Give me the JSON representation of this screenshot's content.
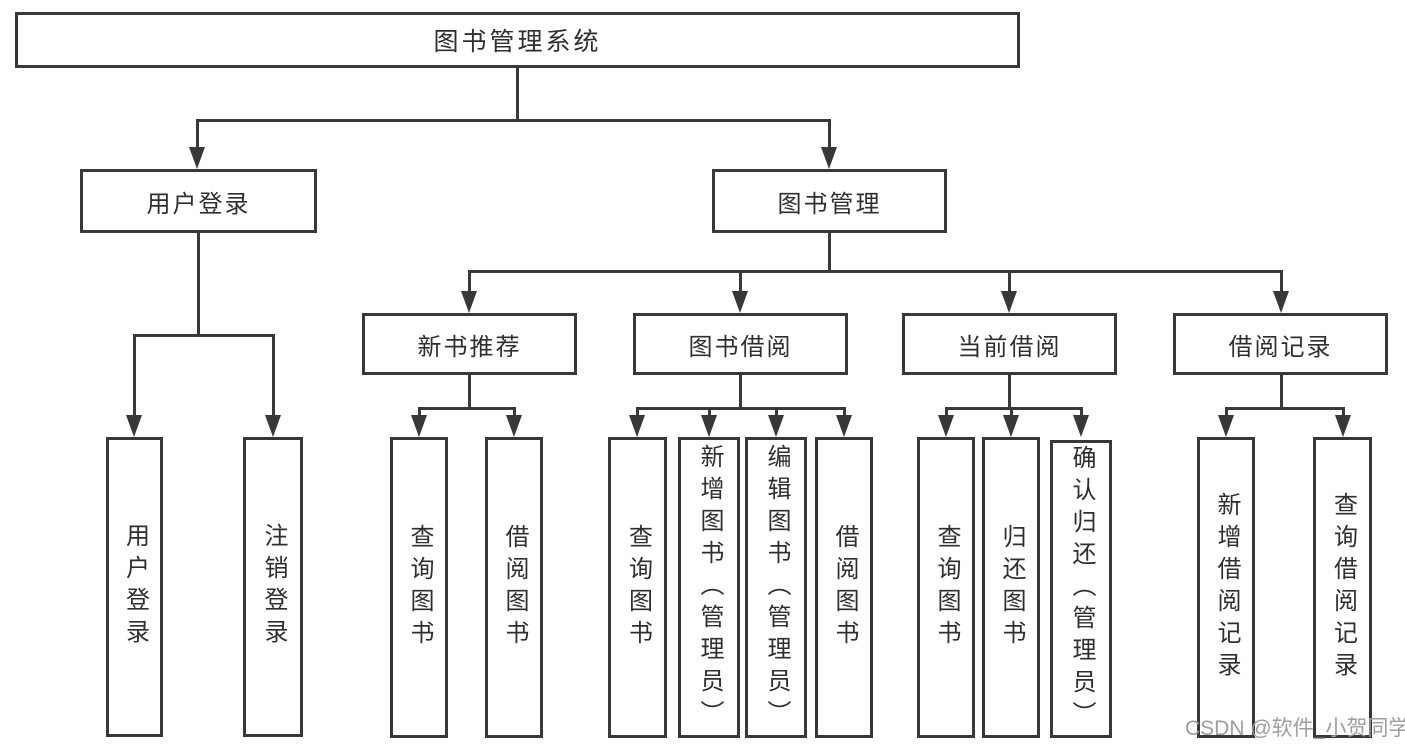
{
  "diagram": {
    "title": "图书管理系统",
    "branches": [
      {
        "label": "用户登录",
        "children": [
          {
            "label": "用户登录"
          },
          {
            "label": "注销登录"
          }
        ]
      },
      {
        "label": "图书管理",
        "children": [
          {
            "label": "新书推荐",
            "children": [
              {
                "label": "查询图书"
              },
              {
                "label": "借阅图书"
              }
            ]
          },
          {
            "label": "图书借阅",
            "children": [
              {
                "label": "查询图书"
              },
              {
                "label": "新增图书（管理员）"
              },
              {
                "label": "编辑图书（管理员）"
              },
              {
                "label": "借阅图书"
              }
            ]
          },
          {
            "label": "当前借阅",
            "children": [
              {
                "label": "查询图书"
              },
              {
                "label": "归还图书"
              },
              {
                "label": "确认归还（管理员）"
              }
            ]
          },
          {
            "label": "借阅记录",
            "children": [
              {
                "label": "新增借阅记录"
              },
              {
                "label": "查询借阅记录"
              }
            ]
          }
        ]
      }
    ]
  },
  "watermark": "CSDN @软件_小贺同学",
  "colors": {
    "line": "#383838",
    "text": "#2f2f2f",
    "watermark": "#9e9e9e",
    "background": "#ffffff"
  }
}
